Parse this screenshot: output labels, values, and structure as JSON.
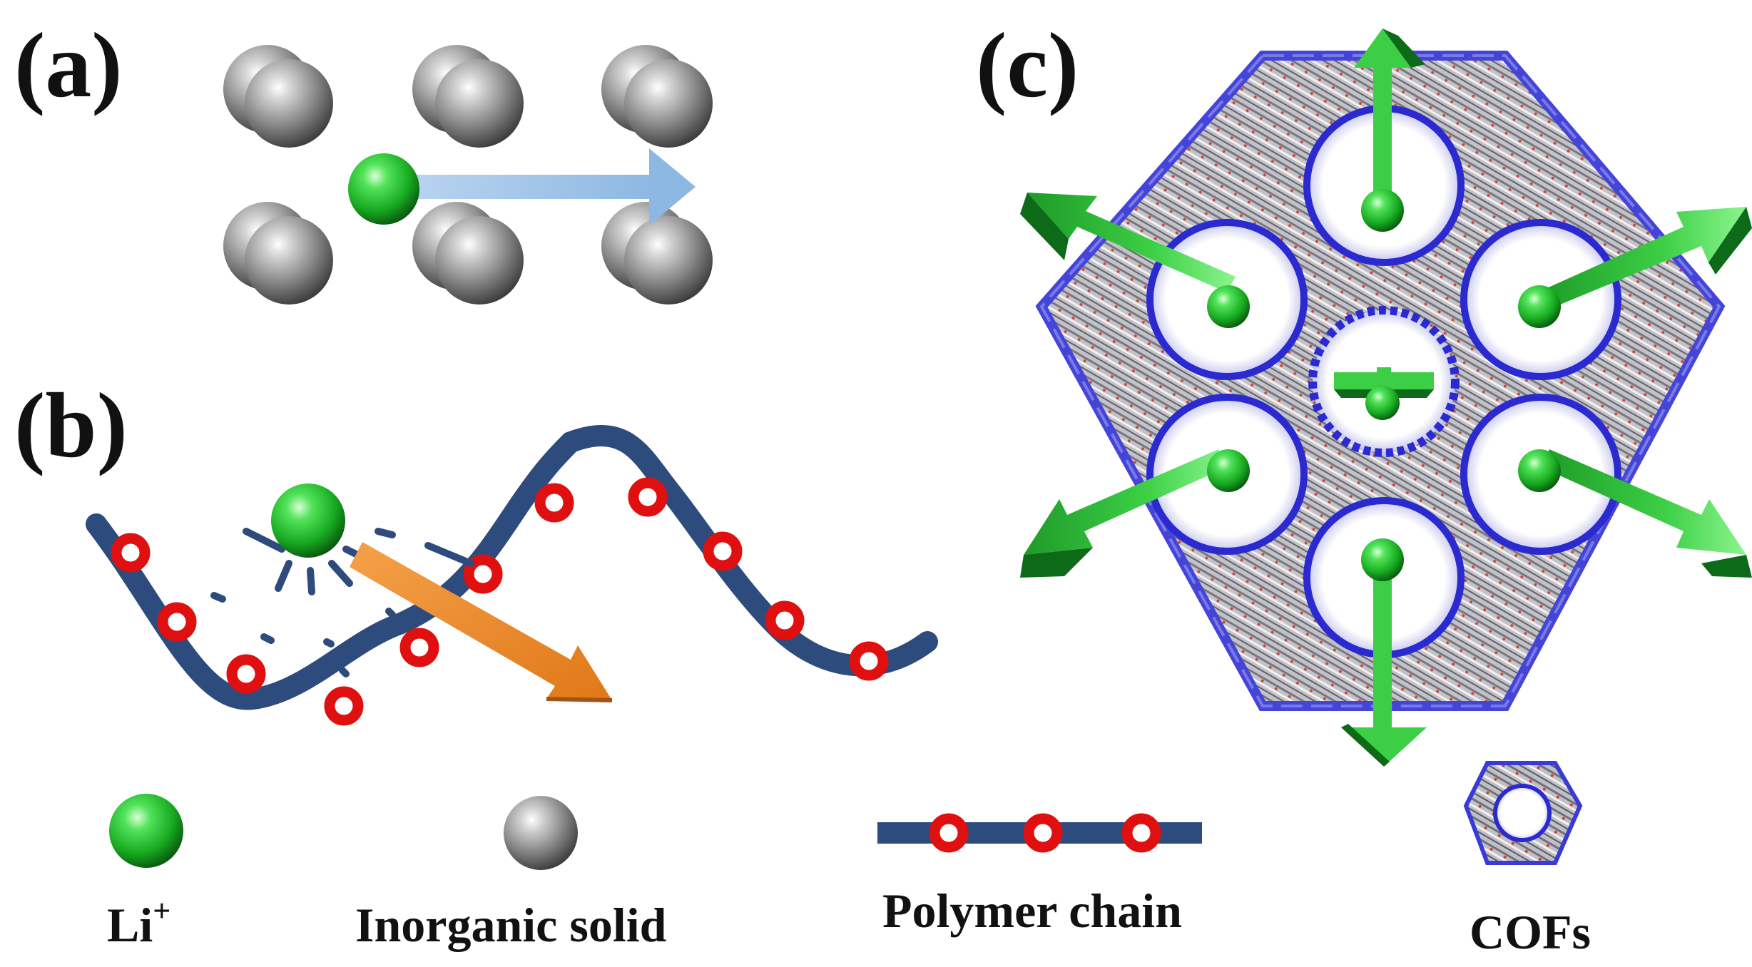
{
  "panels": {
    "a": "(a)",
    "b": "(b)",
    "c": "(c)"
  },
  "legend": {
    "li": {
      "label": "Li",
      "superscript": "+"
    },
    "inorganic": {
      "label": "Inorganic solid"
    },
    "polymer": {
      "label": "Polymer chain"
    },
    "cof": {
      "label": "COFs"
    }
  },
  "colors": {
    "lithium": "#2fc43a",
    "inorganic": "#8e8e8e",
    "polymer_chain": "#2d4b7c",
    "polymer_bead": "#e01010",
    "transport_arrow_a": "#9cc3e6",
    "transport_arrow_b": "#f08a2a",
    "transport_arrow_c": "#3ccf45",
    "cof_framework": "#3a3ad8"
  }
}
